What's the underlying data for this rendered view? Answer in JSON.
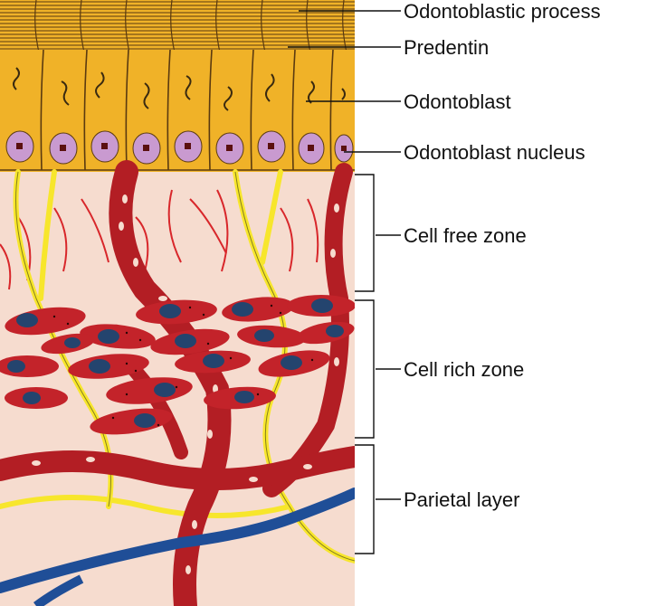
{
  "labels": {
    "odontoblastic_process": "Odontoblastic process",
    "predentin": "Predentin",
    "odontoblast": "Odontoblast",
    "odontoblast_nucleus": "Odontoblast nucleus",
    "cell_free_zone": "Cell free zone",
    "cell_rich_zone": "Cell rich zone",
    "parietal_layer": "Parietal layer"
  },
  "colors": {
    "odontoblast_layer": "#f0b228",
    "pulp_background": "#f6dccf",
    "blood_vessel": "#b31e24",
    "capillary": "#d8272b",
    "cell_nucleus": "#24446e",
    "odontoblast_nucleus": "#c99ad0",
    "nerve": "#f7e62c",
    "vein": "#1f4e97"
  }
}
